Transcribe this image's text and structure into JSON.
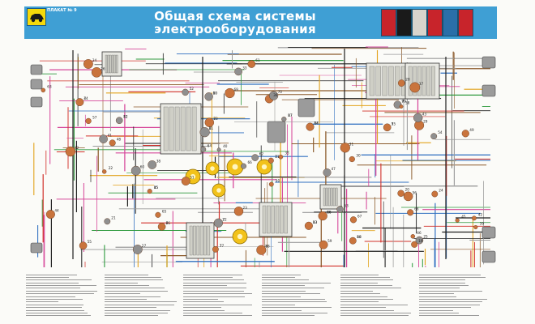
{
  "header": {
    "poster_no": "ПЛАКАТ № 9",
    "title_line1": "Общая схема системы",
    "title_line2": "электрооборудования",
    "logo_icon": "car-logo-icon",
    "colors": {
      "banner": "#3f9fd4",
      "logo_bg": "#f5d90a",
      "book_red": "#c8242b"
    }
  },
  "diagram": {
    "component_numbers": [
      "1",
      "2",
      "3",
      "4",
      "5",
      "6",
      "7",
      "8",
      "9",
      "10",
      "11",
      "12",
      "13",
      "14",
      "15",
      "16",
      "17",
      "18",
      "19",
      "20",
      "21",
      "22",
      "23",
      "24",
      "25",
      "26",
      "27",
      "28",
      "29",
      "30",
      "31",
      "32",
      "33",
      "34",
      "35",
      "36",
      "37",
      "38",
      "39",
      "40",
      "41",
      "42",
      "43",
      "44",
      "45",
      "46",
      "47",
      "48",
      "49",
      "50",
      "51",
      "52",
      "53",
      "54",
      "55",
      "56",
      "57",
      "58",
      "59",
      "60",
      "61",
      "62",
      "63",
      "64",
      "65",
      "66",
      "67",
      "68",
      "69",
      "70",
      "71",
      "72",
      "73",
      "74",
      "75",
      "76",
      "77",
      "78",
      "79",
      "80",
      "81",
      "82",
      "83",
      "84",
      "85",
      "86",
      "87",
      "88"
    ],
    "wire_colors": [
      "#1e1e1e",
      "#d2302a",
      "#2f6fc0",
      "#2f9a3e",
      "#e2a21a",
      "#8b5a2b",
      "#9a9a9a",
      "#d6479a"
    ]
  }
}
